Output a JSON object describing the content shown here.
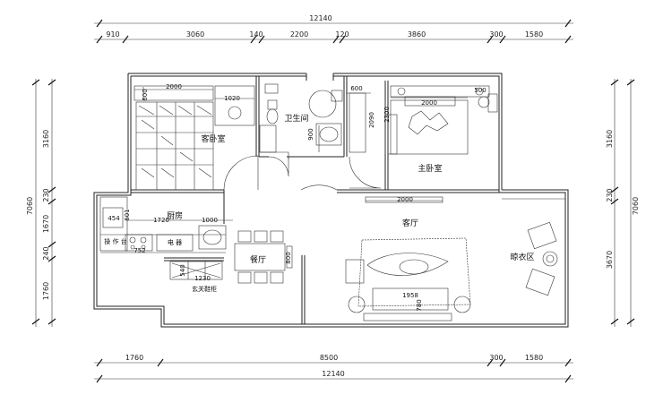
{
  "dimensions": {
    "top_total": "12140",
    "top_segments": [
      "910",
      "3060",
      "140",
      "2200",
      "120",
      "3860",
      "300",
      "1580"
    ],
    "bottom_segments": [
      "1760",
      "8500",
      "300",
      "1580"
    ],
    "bottom_total": "12140",
    "left_total": "7060",
    "left_segments": [
      "3160",
      "230",
      "1670",
      "240",
      "1760"
    ],
    "right_total": "7060",
    "right_segments": [
      "3160",
      "230",
      "3670"
    ],
    "interior": {
      "guest_bed_width": "2000",
      "guest_bed_depth": "600",
      "guest_closet": "1020",
      "bath_width": "600",
      "bath_depth_a": "900",
      "bath_depth_b": "2090",
      "master_bed_width": "2000",
      "master_bed_depth": "2300",
      "master_side": "500",
      "living_tv": "2000",
      "kitchen_a": "454",
      "kitchen_b": "601",
      "kitchen_counter": "1720",
      "kitchen_c": "1000",
      "stove": "752",
      "dining_table": "800",
      "shoe_cabinet_w": "1230",
      "shoe_cabinet_d": "540",
      "sofa_width": "1958",
      "sofa_depth": "780"
    }
  },
  "rooms": {
    "guest_bedroom": "客卧室",
    "bathroom": "卫生间",
    "master_bedroom": "主卧室",
    "kitchen": "厨房",
    "living_room": "客厅",
    "dining_room": "餐厅",
    "sunroom": "晾衣区"
  },
  "labels": {
    "operation_counter": "操 作 台",
    "appliance": "电 器",
    "entrance_shoe_cabinet": "玄关鞋柜"
  }
}
